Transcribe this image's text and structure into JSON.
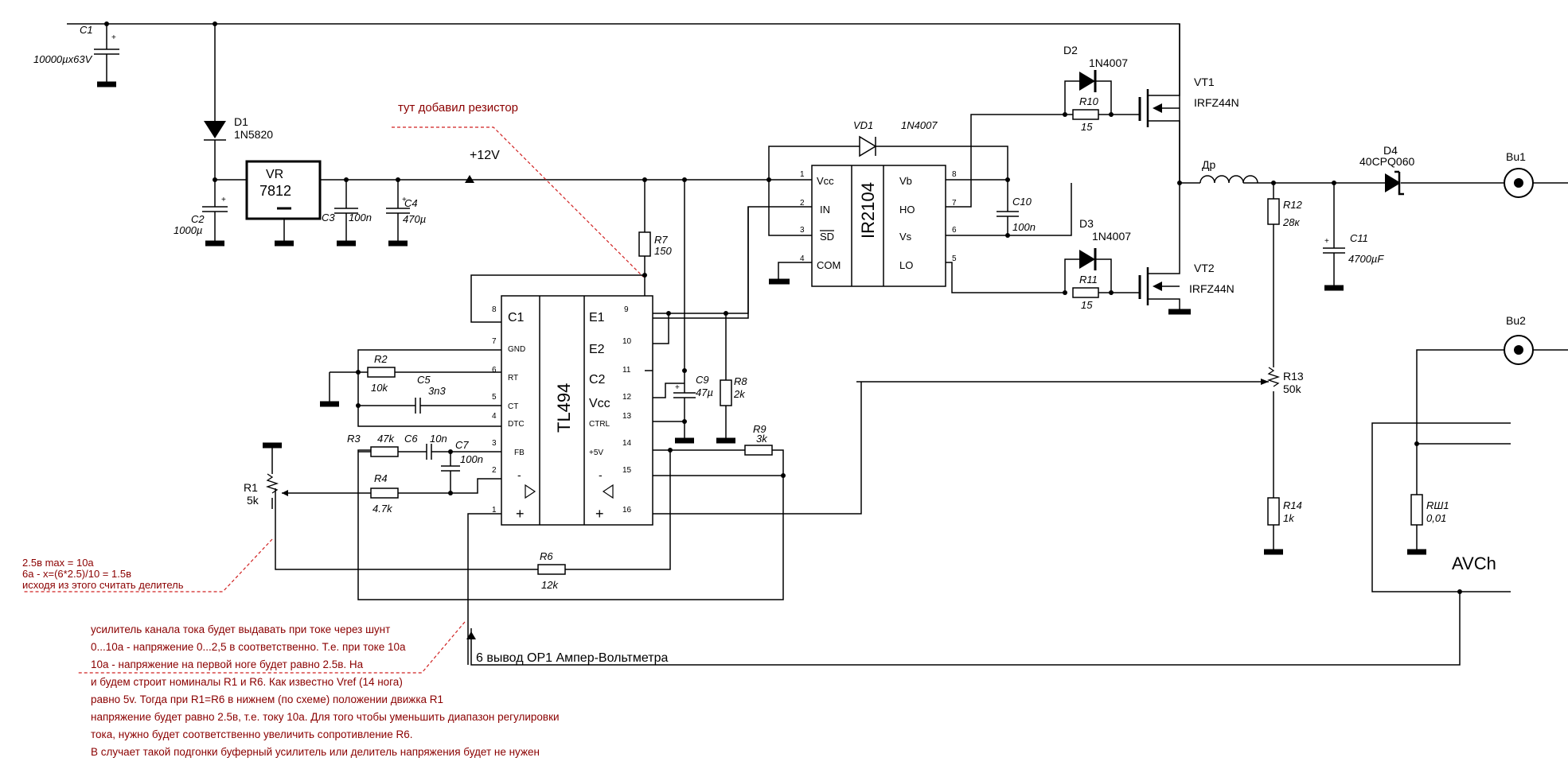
{
  "title_note": "тут добавил резистор",
  "rail_label": "+12V",
  "components": {
    "c1": {
      "name": "C1",
      "value": "10000µx63V"
    },
    "d1": {
      "name": "D1",
      "value": "1N5820"
    },
    "c2": {
      "name": "C2",
      "value": "1000µ"
    },
    "vr": {
      "name": "VR",
      "value": "7812"
    },
    "c3": {
      "name": "C3",
      "value": "100n"
    },
    "c4": {
      "name": "C4",
      "value": "470µ"
    },
    "r7": {
      "name": "R7",
      "value": "150"
    },
    "vd1": {
      "name": "VD1",
      "value": "1N4007"
    },
    "ir2104": {
      "name": "IR2104",
      "pins_left": [
        "Vcc",
        "IN",
        "SD",
        "COM"
      ],
      "pins_right": [
        "Vb",
        "HO",
        "Vs",
        "LO"
      ],
      "pin_nums_left": [
        "1",
        "2",
        "3",
        "4"
      ],
      "pin_nums_right": [
        "8",
        "7",
        "6",
        "5"
      ]
    },
    "c10": {
      "name": "C10",
      "value": "100n"
    },
    "d2": {
      "name": "D2",
      "value": "1N4007"
    },
    "r10": {
      "name": "R10",
      "value": "15"
    },
    "vt1": {
      "name": "VT1",
      "value": "IRFZ44N"
    },
    "d3": {
      "name": "D3",
      "value": "1N4007"
    },
    "r11": {
      "name": "R11",
      "value": "15"
    },
    "vt2": {
      "name": "VT2",
      "value": "IRFZ44N"
    },
    "dr": {
      "name": "Др"
    },
    "d4": {
      "name": "D4",
      "value": "40CPQ060"
    },
    "bu1": {
      "name": "Bu1"
    },
    "bu2": {
      "name": "Bu2"
    },
    "r12": {
      "name": "R12",
      "value": "28к"
    },
    "c11": {
      "name": "C11",
      "value": "4700µF"
    },
    "r13": {
      "name": "R13",
      "value": "50k"
    },
    "r14": {
      "name": "R14",
      "value": "1k"
    },
    "rsh1": {
      "name": "RШ1",
      "value": "0,01"
    },
    "avch": {
      "name": "AVCh"
    },
    "tl494": {
      "name": "TL494",
      "pins_left": [
        "C1",
        "GND",
        "RT",
        "CT",
        "DTC",
        "FB",
        "-",
        "+"
      ],
      "pins_right": [
        "E1",
        "E2",
        "C2",
        "Vcc",
        "CTRL",
        "+5V",
        "-",
        "+"
      ],
      "pin_nums_left": [
        "8",
        "7",
        "6",
        "5",
        "4",
        "3",
        "2",
        "1"
      ],
      "pin_nums_right": [
        "9",
        "10",
        "11",
        "12",
        "13",
        "14",
        "15",
        "16"
      ]
    },
    "r2": {
      "name": "R2",
      "value": "10k"
    },
    "c5": {
      "name": "C5",
      "value": "3n3"
    },
    "c9": {
      "name": "C9",
      "value": "47µ"
    },
    "r8": {
      "name": "R8",
      "value": "2k"
    },
    "r9": {
      "name": "R9",
      "value": "3k"
    },
    "r3": {
      "name": "R3",
      "value": "47k"
    },
    "c6": {
      "name": "C6",
      "value": "10n"
    },
    "c7": {
      "name": "C7",
      "value": "100n"
    },
    "r4": {
      "name": "R4",
      "value": "4.7k"
    },
    "r1": {
      "name": "R1",
      "value": "5k"
    },
    "r6": {
      "name": "R6",
      "value": "12k"
    }
  },
  "ampmeter_label": "6 вывод OP1 Ампер-Вольтметра",
  "divider_note": [
    "2.5в max = 10а",
    "6а - x=(6*2.5)/10 = 1.5в",
    "исходя из этого считать делитель"
  ],
  "amplifier_note": [
    "усилитель канала тока будет выдавать при токе через шунт",
    "0...10а - напряжение 0...2,5 в соответственно. Т.е. при токе 10а",
    "10а - напряжение на первой ноге будет равно 2.5в. На",
    "и будем строит номиналы R1 и R6. Как известно Vref (14 нога)",
    "равно 5v. Тогда при R1=R6  в нижнем (по схеме) положении движка R1",
    "напряжение будет равно 2.5в, т.е. току 10а. Для того чтобы уменьшить диапазон регулировки",
    "тока, нужно будет соответственно увеличить сопротивление R6.",
    "В случает такой подгонки буферный усилитель или делитель напряжения будет не нужен"
  ],
  "colors": {
    "wire": "#000000",
    "note": "#8b0000",
    "dashed": "#d02020"
  }
}
